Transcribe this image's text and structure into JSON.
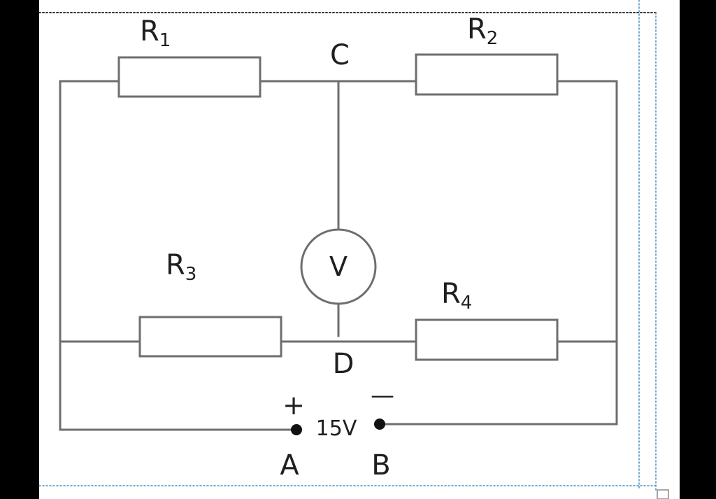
{
  "circuit": {
    "resistors": {
      "r1": {
        "symbol": "R",
        "index": "1"
      },
      "r2": {
        "symbol": "R",
        "index": "2"
      },
      "r3": {
        "symbol": "R",
        "index": "3"
      },
      "r4": {
        "symbol": "R",
        "index": "4"
      }
    },
    "nodes": {
      "c": "C",
      "d": "D",
      "a": "A",
      "b": "B"
    },
    "voltmeter": "V",
    "source": {
      "voltage": "15V",
      "plus": "+",
      "minus": "—"
    }
  },
  "colors": {
    "wire": "#6e6e6e",
    "text": "#1f1f1f",
    "paper": "#ffffff",
    "border": "#000000",
    "guide": "#4a8fc0"
  }
}
